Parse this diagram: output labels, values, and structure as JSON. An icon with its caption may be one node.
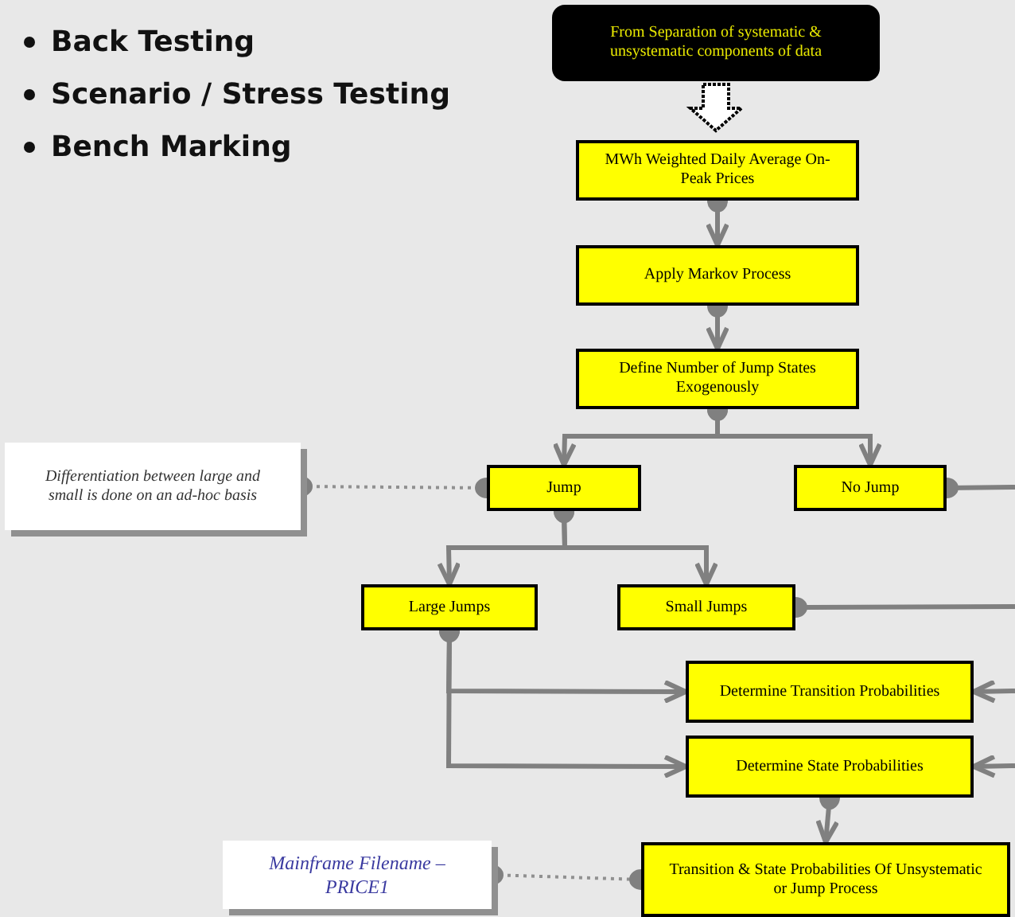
{
  "diagram": {
    "nodes": [
      {
        "text": [
          "From Separation of systematic & unsystematic components of data"
        ]
      },
      {
        "text": [
          "MWh Weighted Daily Average On-Peak Prices"
        ]
      },
      {
        "text": [
          "Apply Markov Process"
        ]
      },
      {
        "text": [
          "Define Number of Jump States Exogenously"
        ]
      },
      {
        "text": [
          "Jump"
        ]
      },
      {
        "text": [
          "No Jump"
        ]
      },
      {
        "text": [
          "Differentiation between large and small is done on an ad-hoc basis"
        ]
      },
      {
        "text": [
          "Large Jumps"
        ]
      },
      {
        "text": [
          "Small Jumps"
        ]
      },
      {
        "text": [
          "Determine Transition Probabilities"
        ]
      },
      {
        "text": [
          "Determine State Probabilities"
        ]
      },
      {
        "text": [
          "Transition & State Probabilities Of Unsystematic or Jump Process"
        ]
      },
      {
        "text": [
          "Mainframe Filename – PRICE1"
        ]
      }
    ],
    "edges": [
      {
        "from": 0,
        "to": 1,
        "arrow": "to",
        "style": "thick"
      },
      {
        "from": 1,
        "to": 2,
        "arrow": "to"
      },
      {
        "from": 2,
        "to": 3,
        "arrow": "to"
      },
      {
        "from": 3,
        "to": 4,
        "arrow": "to"
      },
      {
        "from": 3,
        "to": 5,
        "arrow": "to"
      },
      {
        "from": 6,
        "to": 4,
        "arrow": "other",
        "style": "dashed"
      },
      {
        "from": 4,
        "to": 7,
        "arrow": "to"
      },
      {
        "from": 4,
        "to": 8,
        "arrow": "to"
      },
      {
        "from": 5,
        "to": null,
        "arrow": "other"
      },
      {
        "from": 8,
        "to": null,
        "arrow": "other"
      },
      {
        "from": 7,
        "to": 9,
        "arrow": "to"
      },
      {
        "from": 7,
        "to": 10,
        "arrow": "to"
      },
      {
        "from": null,
        "to": 9,
        "arrow": "to"
      },
      {
        "from": null,
        "to": 10,
        "arrow": "to"
      },
      {
        "from": 10,
        "to": 11,
        "arrow": "to"
      },
      {
        "from": 12,
        "to": 11,
        "arrow": "other",
        "style": "dashed"
      }
    ],
    "labels": [
      "Back Testing",
      "Scenario / Stress Testing",
      "Bench Marking"
    ]
  }
}
